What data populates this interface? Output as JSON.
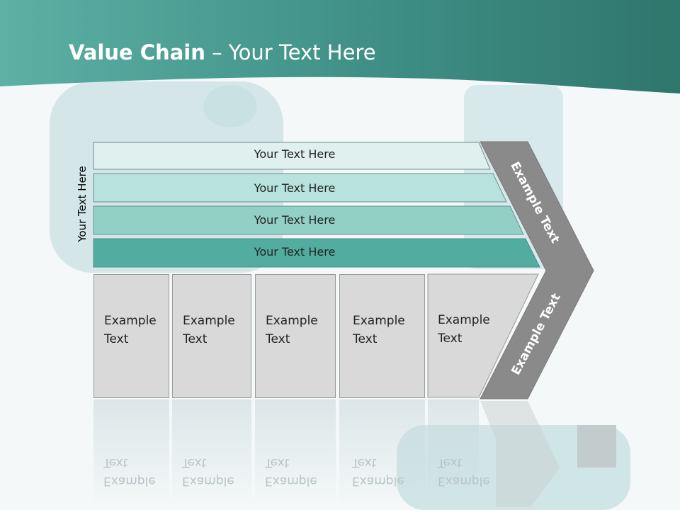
{
  "slide": {
    "title_bold": "Value Chain",
    "title_rest": " – Your Text Here",
    "side_label": "Your Text Here",
    "rows": [
      {
        "label": "Your Text Here",
        "color": "#dff0ee"
      },
      {
        "label": "Your Text Here",
        "color": "#b8e2dc"
      },
      {
        "label": "Your Text Here",
        "color": "#92d0c6"
      },
      {
        "label": "Your Text Here",
        "color": "#52ada0"
      }
    ],
    "boxes": [
      {
        "line1": "Example",
        "line2": "Text"
      },
      {
        "line1": "Example",
        "line2": "Text"
      },
      {
        "line1": "Example",
        "line2": "Text"
      },
      {
        "line1": "Example",
        "line2": "Text"
      },
      {
        "line1": "Example",
        "line2": "Text"
      }
    ],
    "arrow_top_text": "Example Text",
    "arrow_bottom_text": "Example Text",
    "colors": {
      "header_dark": "#2f766d",
      "header_light": "#5fb1a5",
      "arrow_gray": "#8a8a8a",
      "box_gray": "#d9d9d9"
    }
  }
}
